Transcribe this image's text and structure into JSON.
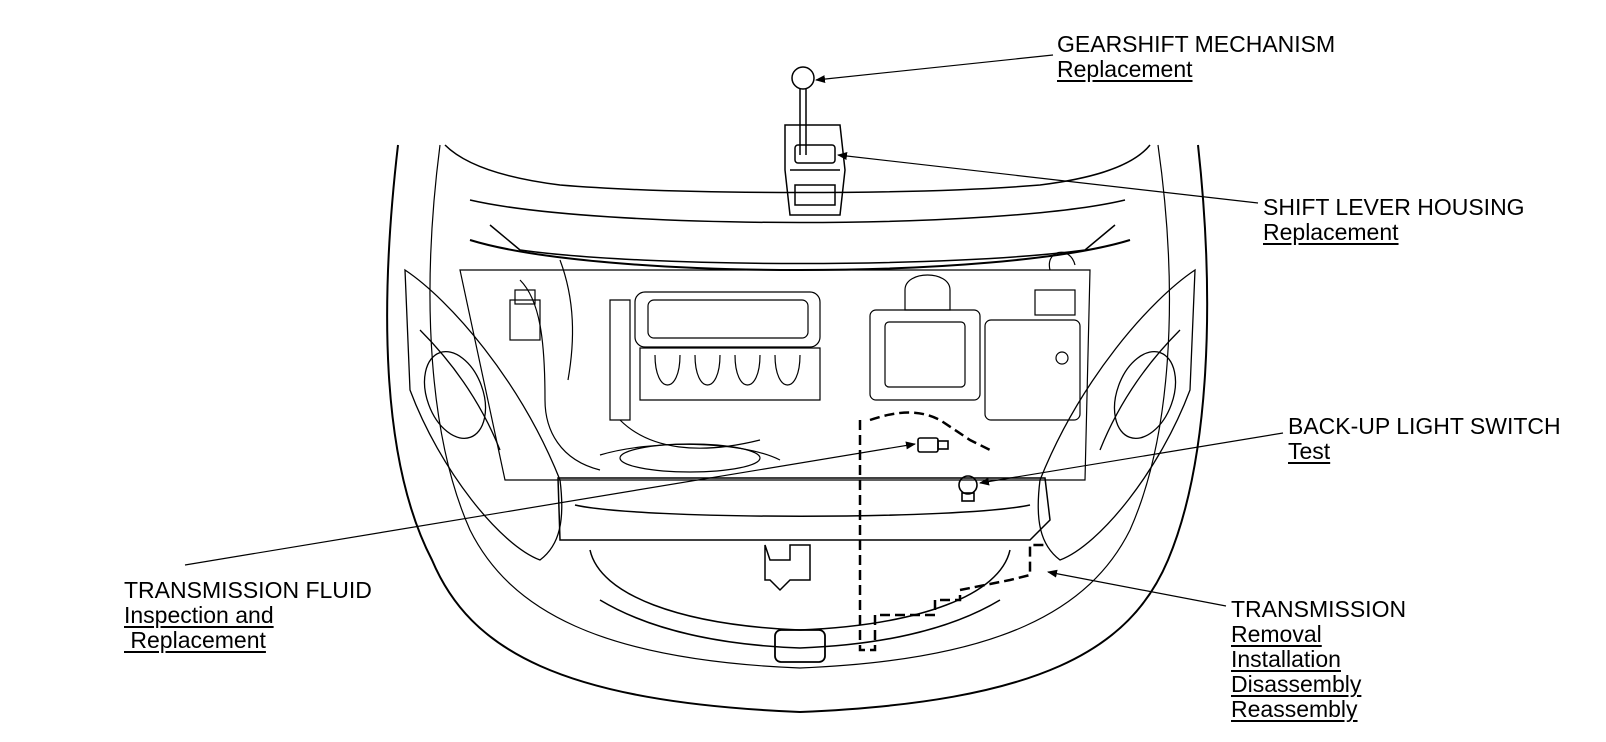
{
  "callouts": {
    "gearshift": {
      "title": "GEARSHIFT MECHANISM",
      "links": [
        "Replacement"
      ]
    },
    "shift_lever": {
      "title": "SHIFT LEVER HOUSING",
      "links": [
        "Replacement"
      ]
    },
    "backup_light": {
      "title": "BACK-UP LIGHT SWITCH",
      "links": [
        "Test"
      ]
    },
    "fluid": {
      "title": "TRANSMISSION FLUID",
      "links": [
        "Inspection and",
        " Replacement"
      ]
    },
    "transmission": {
      "title": "TRANSMISSION",
      "links": [
        "Removal",
        "Installation",
        "Disassembly",
        "Reassembly"
      ]
    }
  },
  "colors": {
    "line": "#000000",
    "background": "#ffffff"
  }
}
